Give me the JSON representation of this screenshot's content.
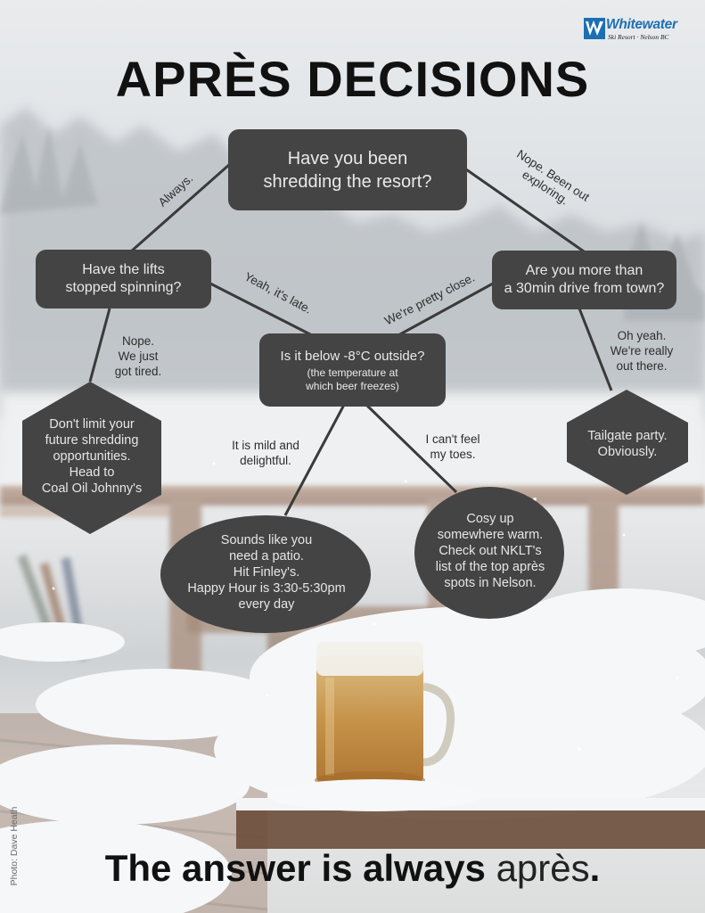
{
  "logo": {
    "brand": "Whitewater",
    "tagline": "Ski Resort · Nelson BC"
  },
  "title": "APRÈS DECISIONS",
  "nodes": {
    "q1": "Have you been\nshredding the resort?",
    "q_lifts": "Have the lifts\nstopped spinning?",
    "q_drive": "Are you more than\na 30min drive from town?",
    "q_temp": "Is it below -8°C outside?",
    "q_temp_note": "(the temperature at\nwhich beer freezes)",
    "a_coal": "Don't limit your\nfuture shredding\nopportunities.\nHead to\nCoal Oil Johnny's",
    "a_patio": "Sounds like you\nneed a patio.\nHit Finley's.\nHappy Hour is 3:30-5:30pm\nevery day",
    "a_cosy": "Cosy up\nsomewhere warm.\nCheck out NKLT's\nlist of the top après\nspots in Nelson.",
    "a_tailgate": "Tailgate party.\nObviously."
  },
  "edges": {
    "always": "Always.",
    "nope_exploring": "Nope. Been out\nexploring.",
    "yeah_late": "Yeah, it's late.",
    "pretty_close": "We're pretty close.",
    "nope_tired": "Nope.\nWe just\ngot tired.",
    "oh_yeah": "Oh yeah.\nWe're really\nout there.",
    "mild": "It is mild and\ndelightful.",
    "cant_feel": "I can't feel\nmy toes."
  },
  "footer": {
    "bold": "The answer is always",
    "light": "après",
    "period": "."
  },
  "credit": "Photo: Dave Heath",
  "colors": {
    "box": "#444444",
    "box_text": "#e9e9e9",
    "title": "#111111",
    "logo": "#1d6fb5",
    "lines": "#3a3a3a"
  }
}
